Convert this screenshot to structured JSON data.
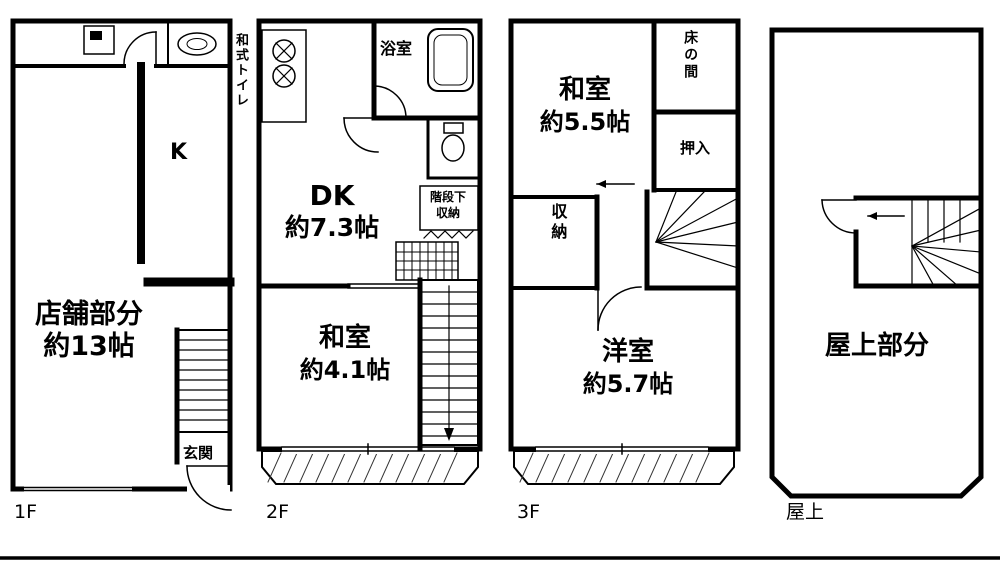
{
  "colors": {
    "wall": "#000000",
    "background": "#ffffff"
  },
  "icons": [
    "sink-icon",
    "squat-toilet-icon",
    "door-swing-icon",
    "stove-burner-icon",
    "bathtub-icon",
    "toilet-icon",
    "stairs-icon",
    "direction-arrow-icon",
    "balcony-hatch"
  ],
  "floors": {
    "f1": {
      "floor_label": "1F",
      "rooms": {
        "toilet": "和式トイレ",
        "kitchen": "K",
        "store_name": "店舗部分",
        "store_size": "約13帖",
        "entrance": "玄関"
      }
    },
    "f2": {
      "floor_label": "2F",
      "rooms": {
        "bath": "浴室",
        "dk_name": "DK",
        "dk_size": "約7.3帖",
        "under_stair_1": "階段下",
        "under_stair_2": "収納",
        "washitsu_name": "和室",
        "washitsu_size": "約4.1帖"
      }
    },
    "f3": {
      "floor_label": "3F",
      "rooms": {
        "washitsu_name": "和室",
        "washitsu_size": "約5.5帖",
        "tokonoma": "床の間",
        "oshiire": "押入",
        "storage": "収納",
        "yoshitsu_name": "洋室",
        "yoshitsu_size": "約5.7帖"
      }
    },
    "roof": {
      "floor_label": "屋上",
      "rooms": {
        "area_name": "屋上部分"
      }
    }
  }
}
